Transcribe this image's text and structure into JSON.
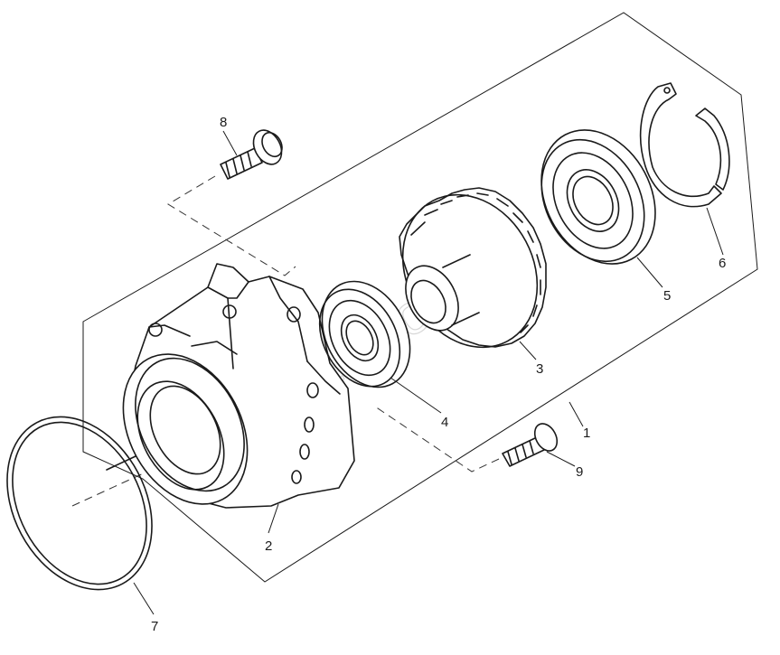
{
  "callouts": [
    {
      "id": "1",
      "label": "1"
    },
    {
      "id": "2",
      "label": "2"
    },
    {
      "id": "3",
      "label": "3"
    },
    {
      "id": "4",
      "label": "4"
    },
    {
      "id": "5",
      "label": "5"
    },
    {
      "id": "6",
      "label": "6"
    },
    {
      "id": "7",
      "label": "7"
    },
    {
      "id": "8",
      "label": "8"
    },
    {
      "id": "9",
      "label": "9"
    }
  ],
  "watermark": "AutoDoc"
}
